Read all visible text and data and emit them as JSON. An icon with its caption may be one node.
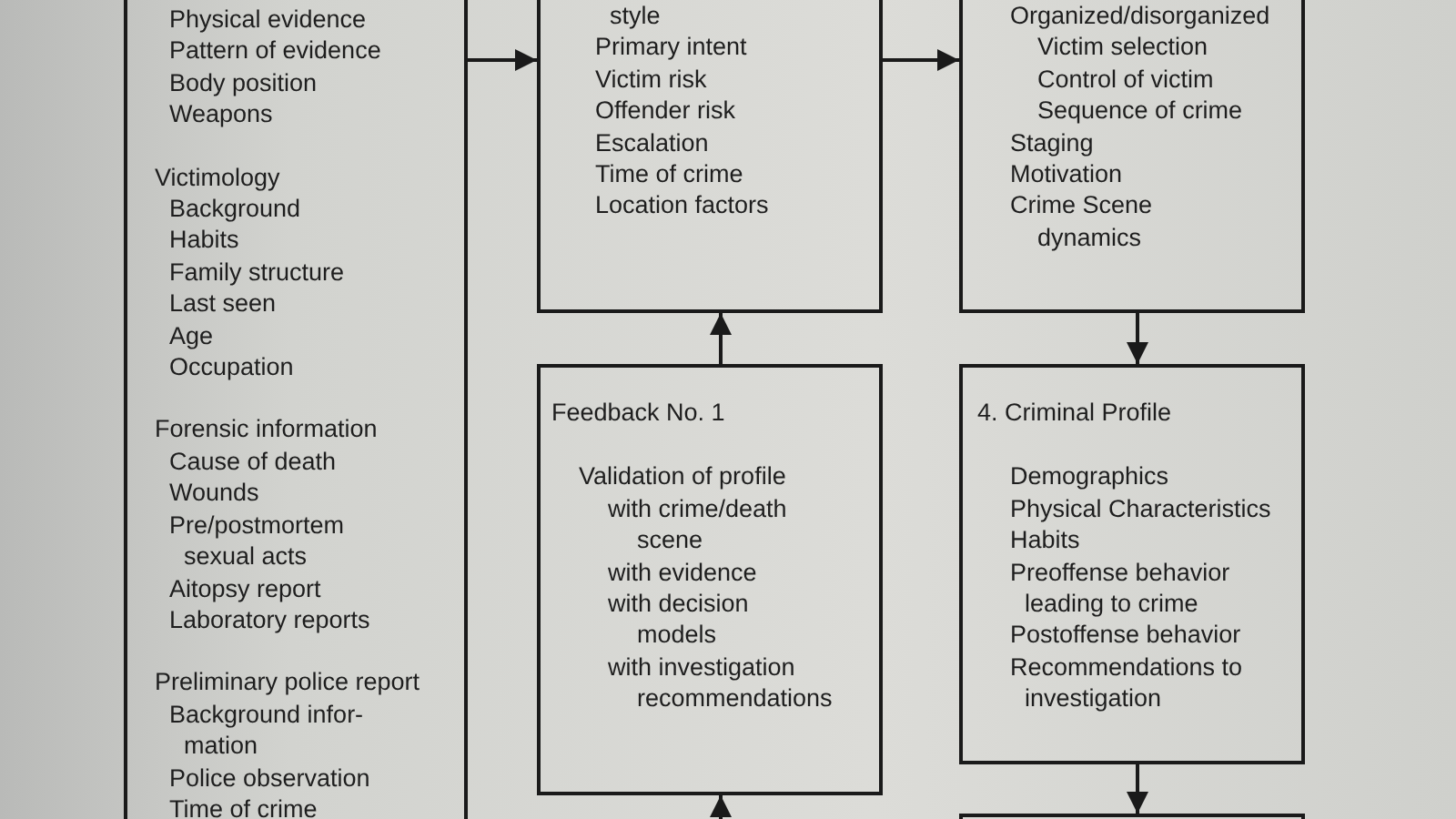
{
  "diagram": {
    "nodes": [
      {
        "text": [
          "Physical evidence",
          "Pattern of evidence",
          "Body position",
          "Weapons",
          "Victimology",
          "Background",
          "Habits",
          "Family structure",
          "Last seen",
          "Age",
          "Occupation",
          "Forensic information",
          "Cause of death",
          "Wounds",
          "Pre/postmortem sexual acts",
          "Aitopsy report",
          "Laboratory reports",
          "Preliminary police report",
          "Background infor-mation",
          "Police observation",
          "Time of crime"
        ]
      },
      {
        "text": [
          "style",
          "Primary intent",
          "Victim risk",
          "Offender risk",
          "Escalation",
          "Time of crime",
          "Location factors"
        ]
      },
      {
        "text": [
          "Organized/disorganized",
          "Victim selection",
          "Control of victim",
          "Sequence of crime",
          "Staging",
          "Motivation",
          "Crime Scene dynamics"
        ]
      },
      {
        "text": [
          "Feedback No. 1",
          "Validation of profile",
          "with crime/death scene",
          "with evidence",
          "with decision models",
          "with investigation recommendations"
        ]
      },
      {
        "text": [
          "4. Criminal Profile",
          "Demographics",
          "Physical Characteristics",
          "Habits",
          "Preoffense behavior leading to crime",
          "Postoffense behavior",
          "Recommendations to investigation"
        ]
      },
      {
        "text": [],
        "shape": "box"
      }
    ],
    "edges": [
      {
        "from": 0,
        "to": 1,
        "arrow": "to"
      },
      {
        "from": 1,
        "to": 2,
        "arrow": "to"
      },
      {
        "from": 3,
        "to": 1,
        "arrow": "to"
      },
      {
        "from": 2,
        "to": 4,
        "arrow": "to"
      },
      {
        "from": 4,
        "to": 5,
        "arrow": "to"
      },
      {
        "from": null,
        "to": 3,
        "arrow": "to"
      }
    ]
  }
}
